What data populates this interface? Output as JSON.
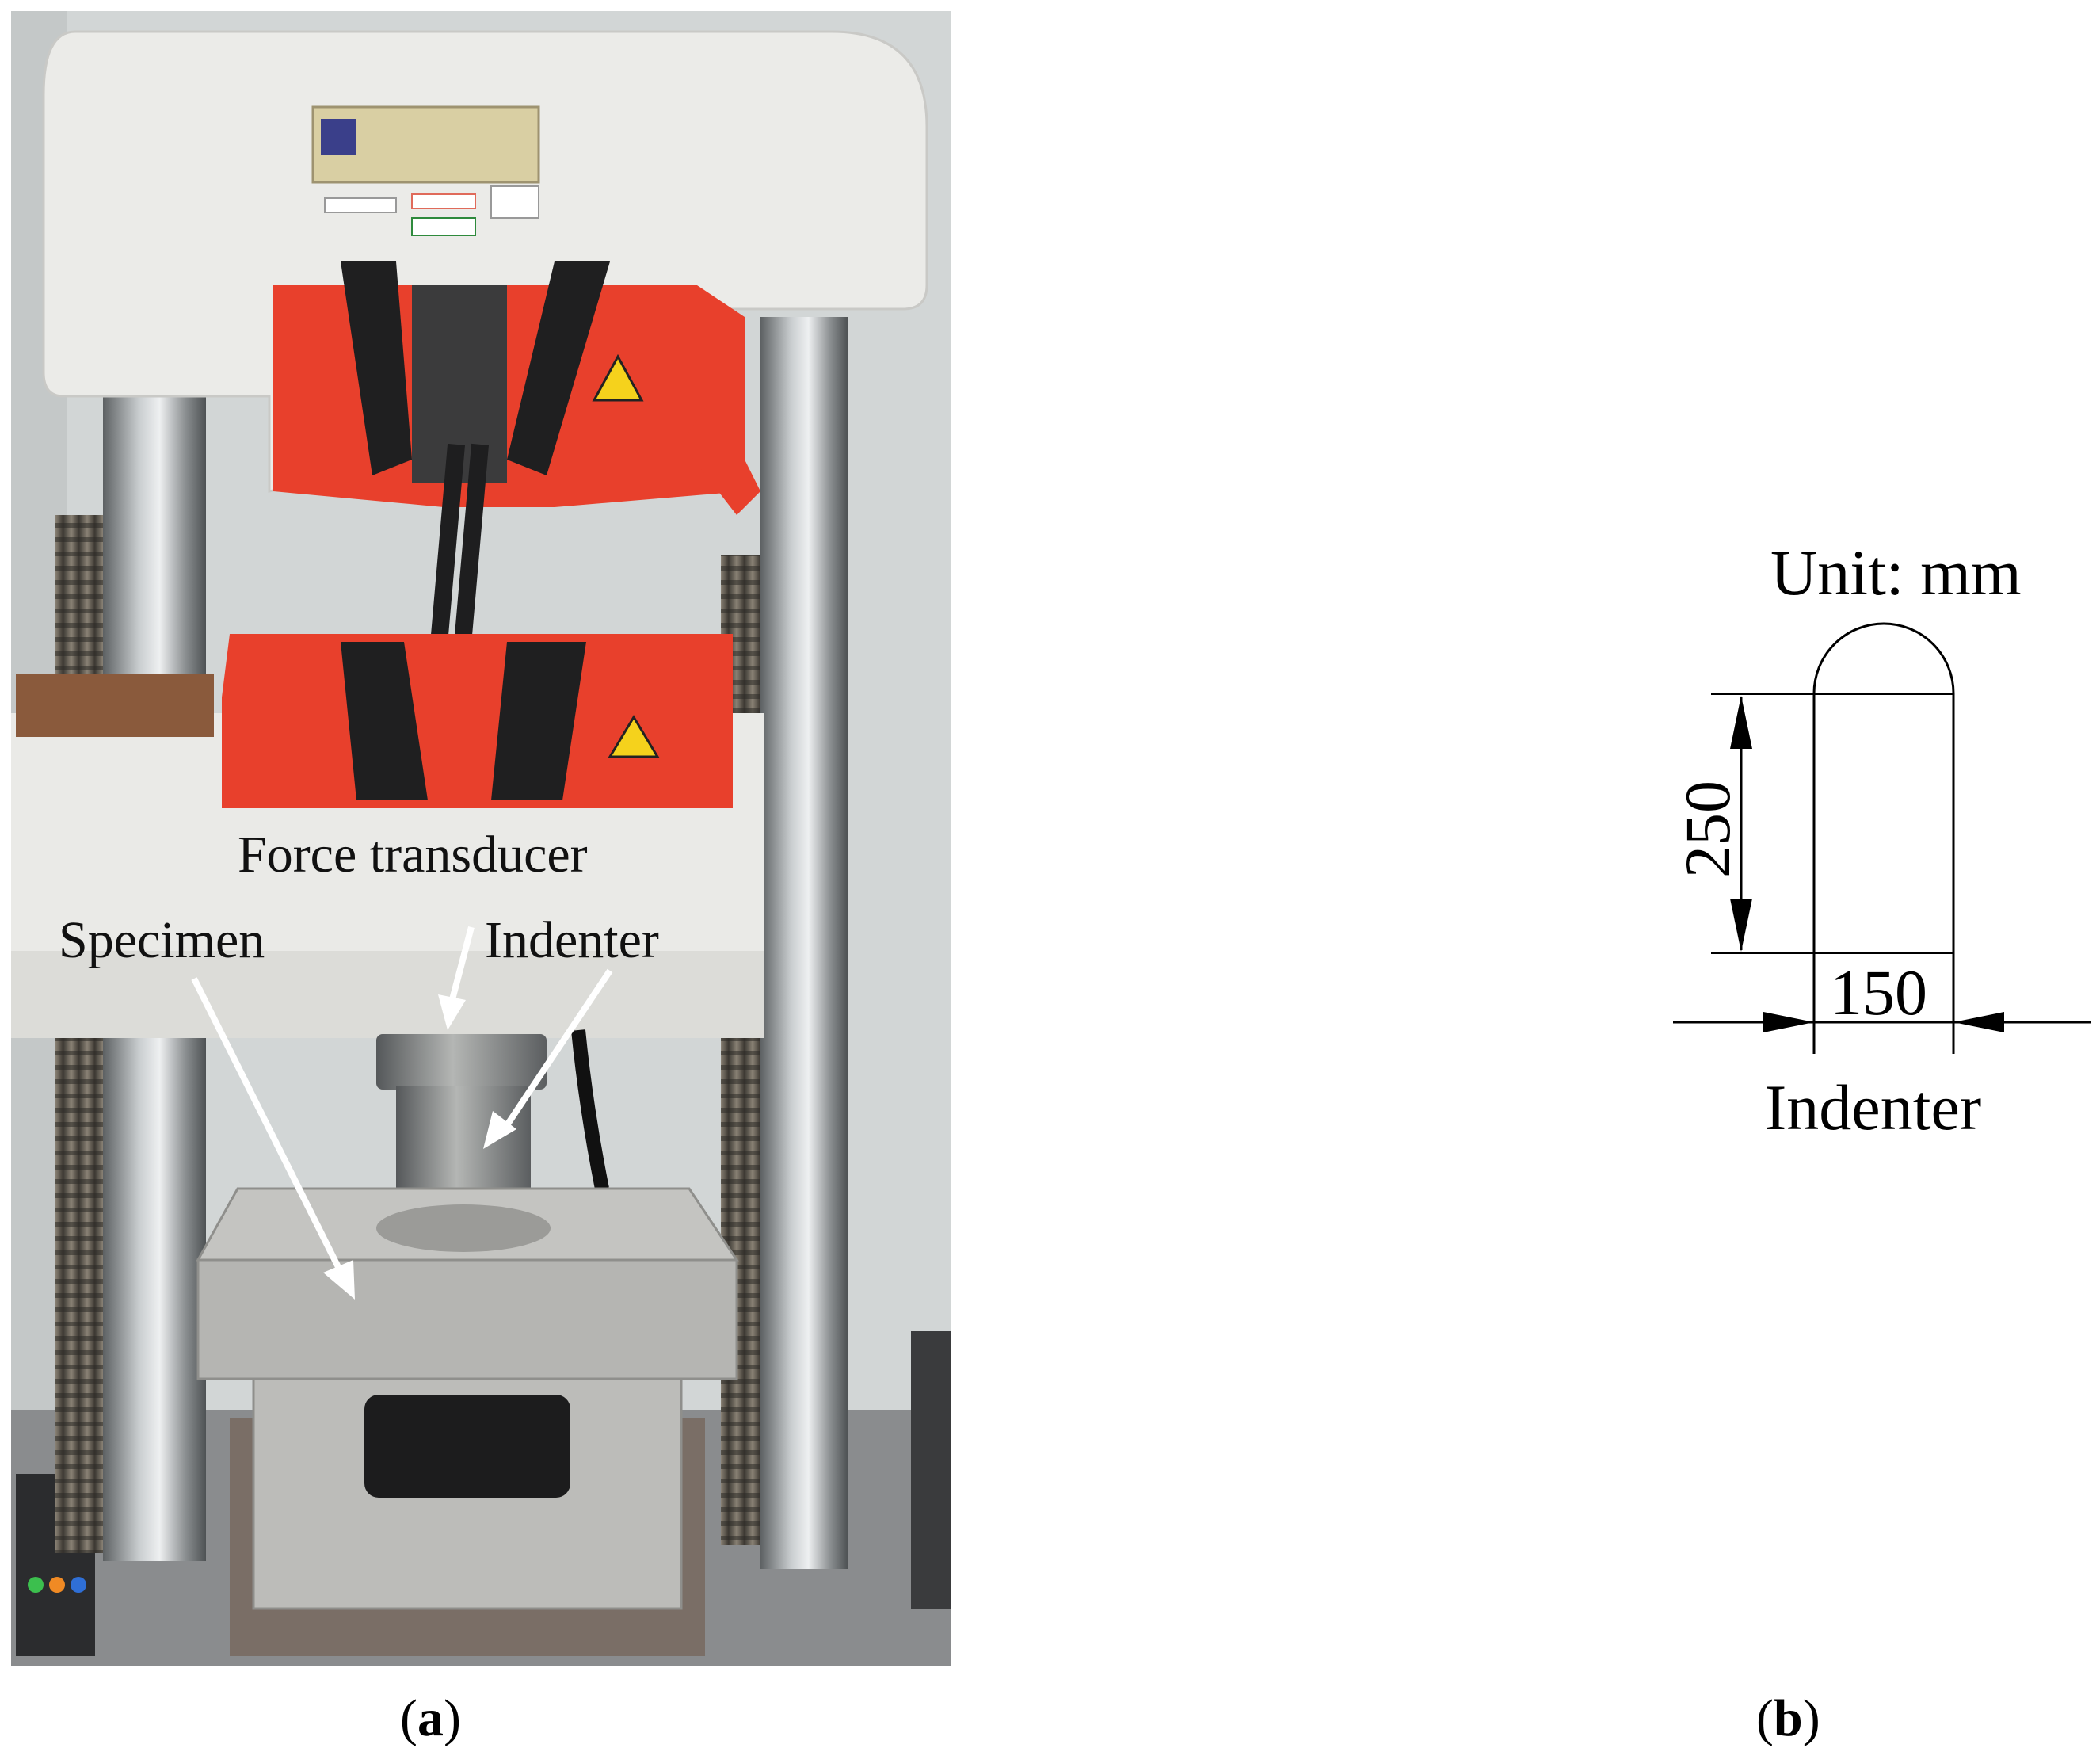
{
  "panel_a": {
    "labels": {
      "force_transducer": "Force transducer",
      "specimen": "Specimen",
      "indenter": "Indenter"
    },
    "caption": {
      "open": "(",
      "letter": "a",
      "close": ")"
    },
    "colors": {
      "machine_white": "#e9e9e7",
      "machine_red": "#e8402c",
      "steel": "#8f9294",
      "concrete": "#b9b9b6",
      "background_wall": "#cfd3d3",
      "floor": "#8a8c8e"
    }
  },
  "panel_b": {
    "unit_label": "Unit: mm",
    "indenter_label": "Indenter",
    "dim_height": "250",
    "dim_width": "150",
    "caption": {
      "open": "(",
      "letter": "b",
      "close": ")"
    }
  }
}
